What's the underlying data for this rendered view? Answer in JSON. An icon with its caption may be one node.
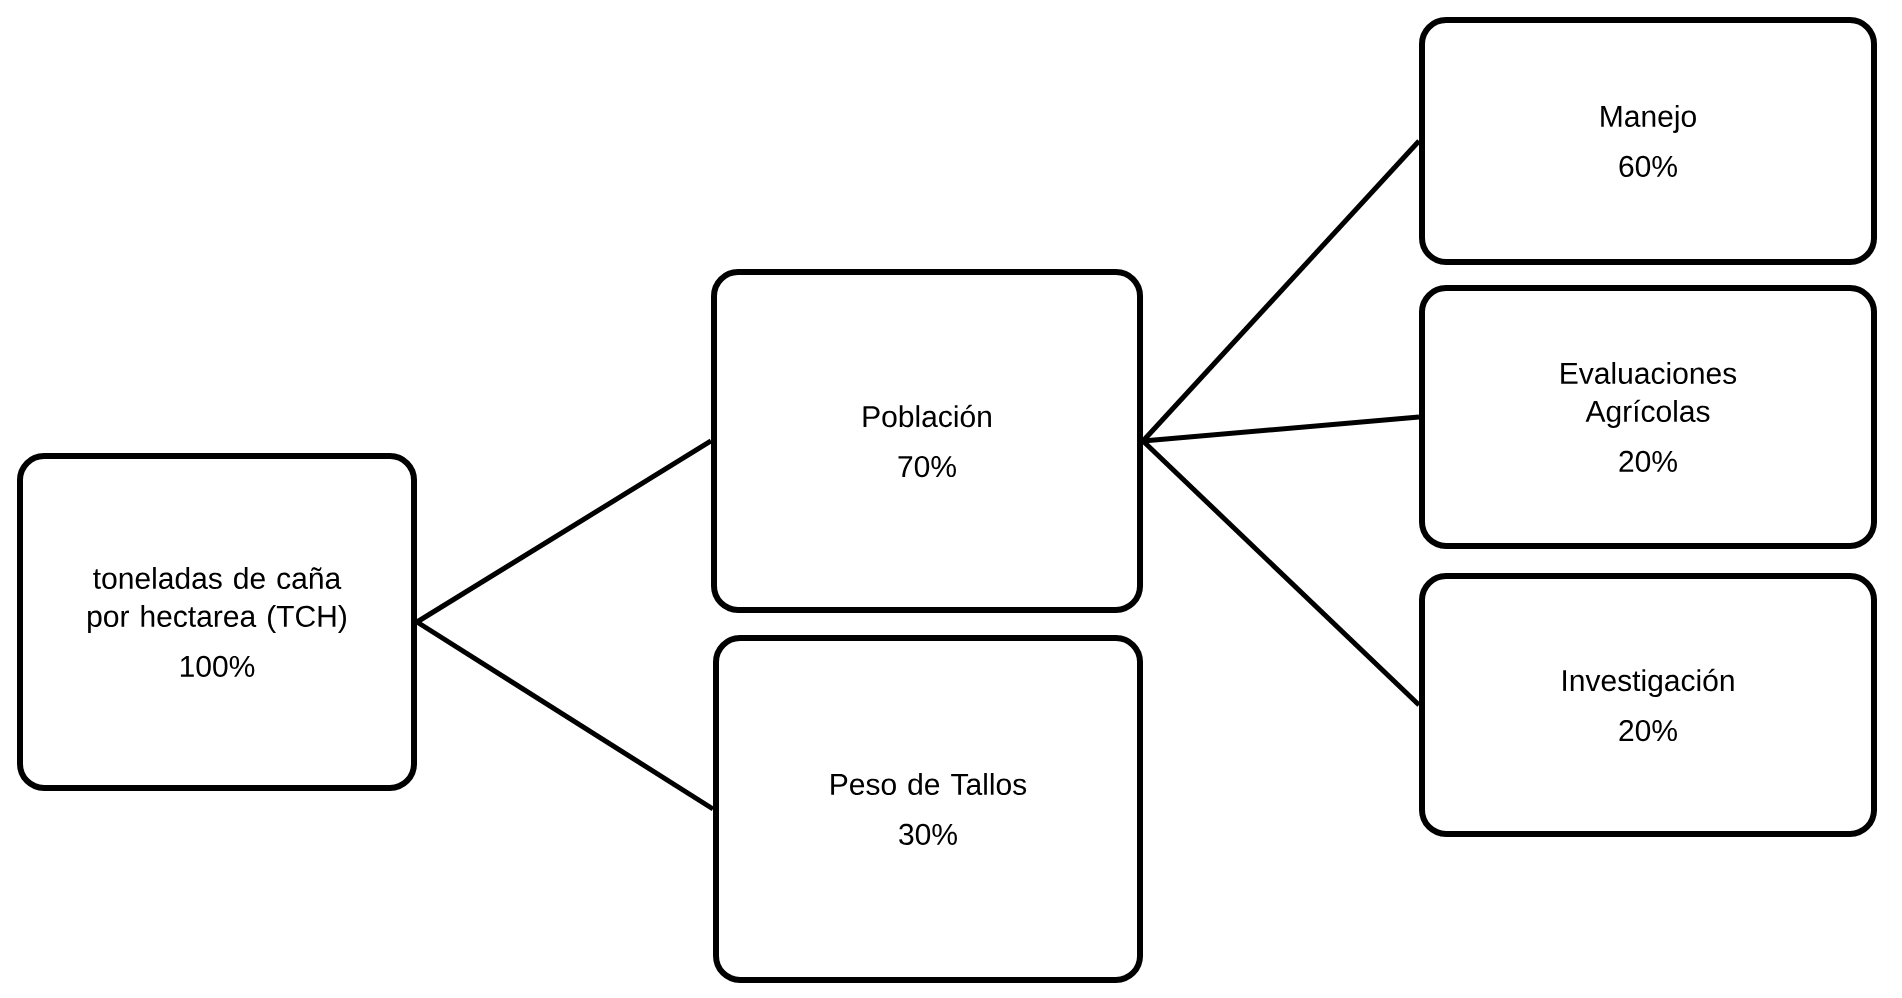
{
  "diagram": {
    "nodes": [
      {
        "text": [
          "toneladas de caña por hectarea (TCH)",
          "100%"
        ]
      },
      {
        "text": [
          "Población",
          "70%"
        ]
      },
      {
        "text": [
          "Peso de Tallos",
          "30%"
        ]
      },
      {
        "text": [
          "Manejo",
          "60%"
        ]
      },
      {
        "text": [
          "Evaluaciones Agrícolas",
          "20%"
        ]
      },
      {
        "text": [
          "Investigación",
          "20%"
        ]
      }
    ],
    "edges": [
      {
        "from": 0,
        "to": 1,
        "arrow": "none"
      },
      {
        "from": 0,
        "to": 2,
        "arrow": "none"
      },
      {
        "from": 1,
        "to": 3,
        "arrow": "none"
      },
      {
        "from": 1,
        "to": 4,
        "arrow": "none"
      },
      {
        "from": 1,
        "to": 5,
        "arrow": "none"
      }
    ]
  }
}
